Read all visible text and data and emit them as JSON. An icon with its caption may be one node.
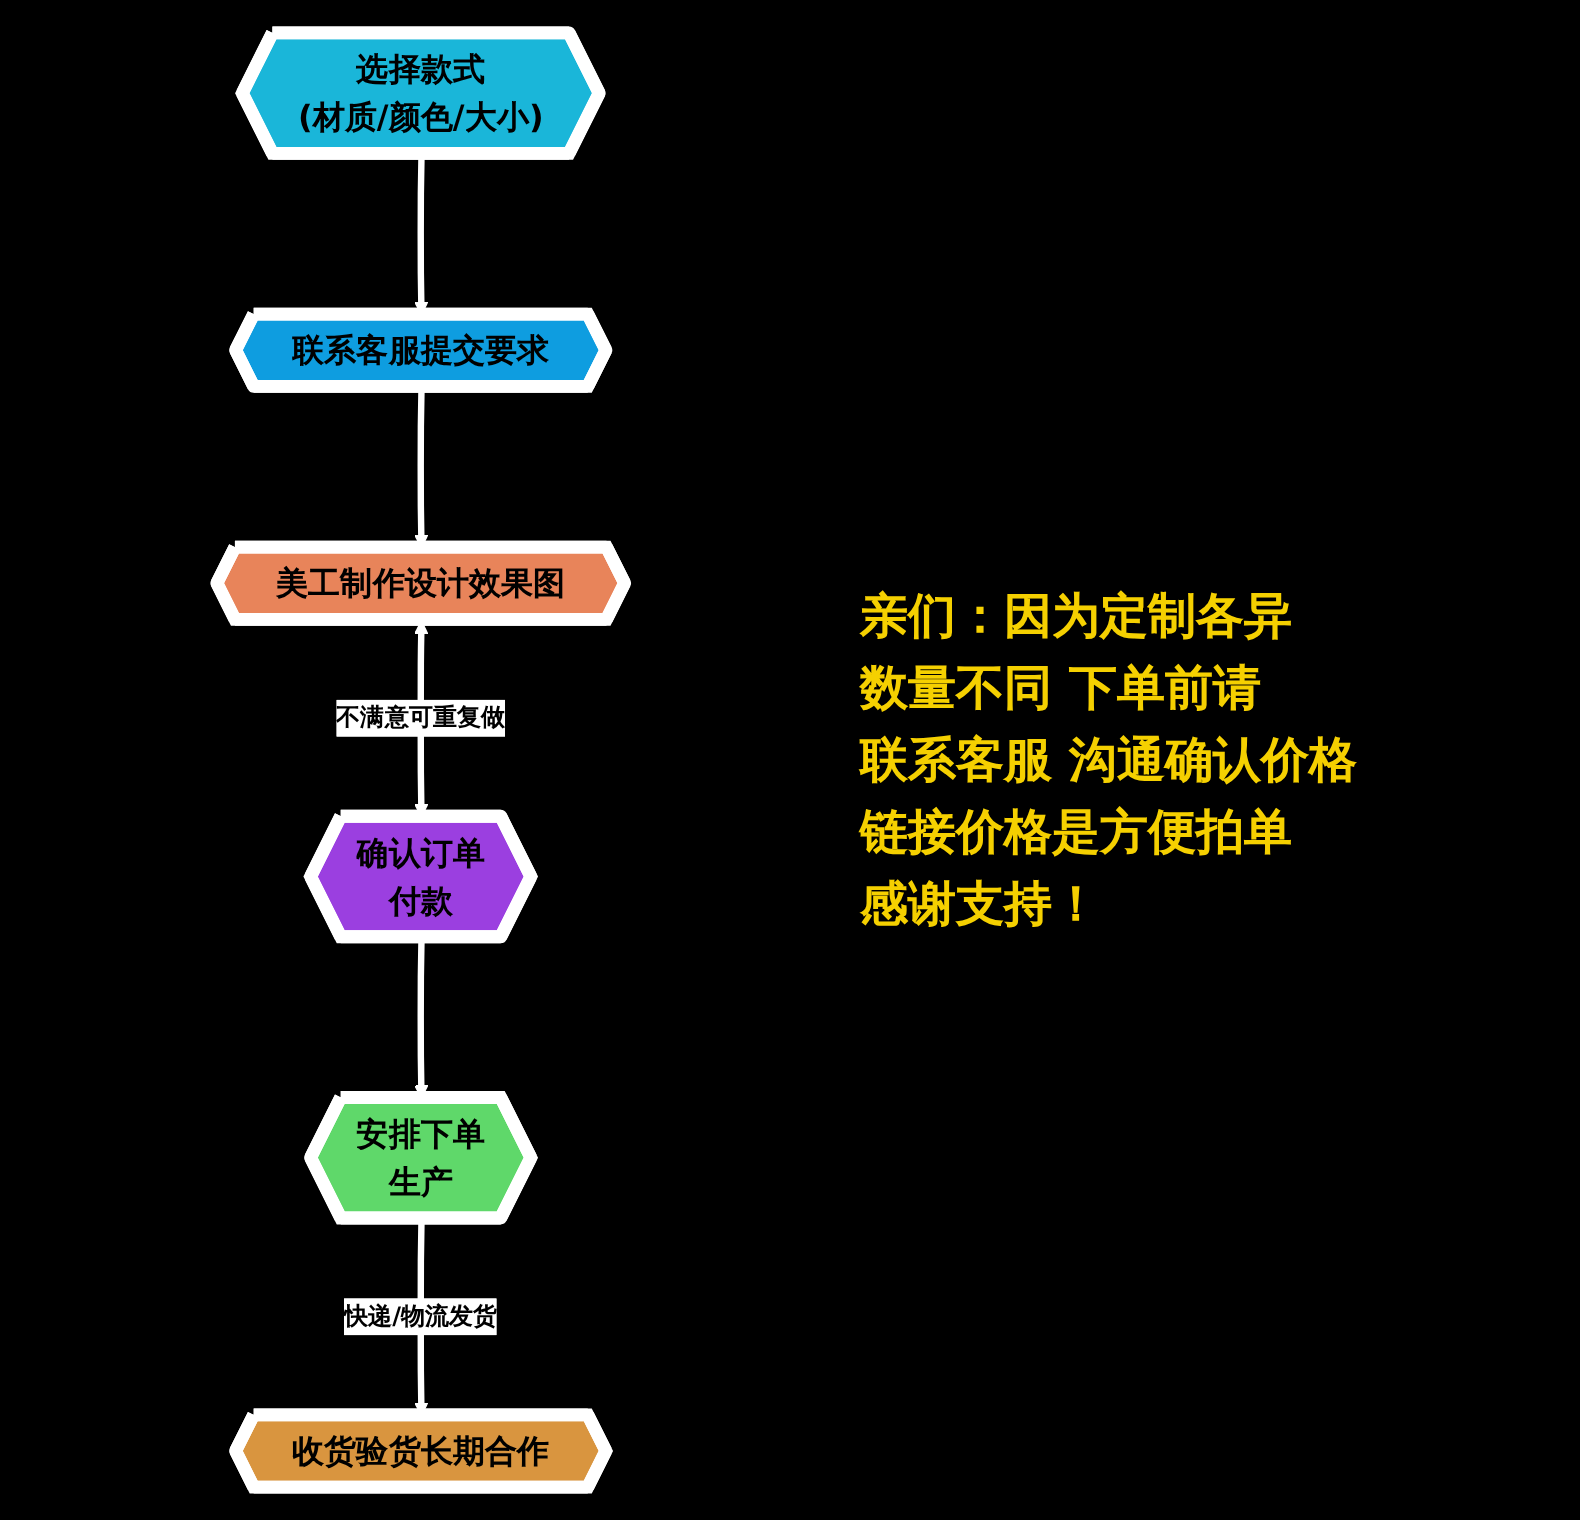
{
  "diagram": {
    "nodes": [
      {
        "text": [
          "选择款式",
          "(材质/颜色/大小)"
        ]
      },
      {
        "text": [
          "联系客服提交要求"
        ]
      },
      {
        "text": [
          "美工制作设计效果图"
        ]
      },
      {
        "text": [
          "确认订单",
          "付款"
        ]
      },
      {
        "text": [
          "安排下单",
          "生产"
        ]
      },
      {
        "text": [
          "收货验货长期合作"
        ]
      }
    ],
    "edges": [
      {
        "from": 0,
        "to": 1,
        "arrow": "to"
      },
      {
        "from": 1,
        "to": 2,
        "arrow": "to"
      },
      {
        "from": 2,
        "to": 3,
        "arrow": "both",
        "label": "不满意可重复做"
      },
      {
        "from": 3,
        "to": 4,
        "arrow": "to"
      },
      {
        "from": 4,
        "to": 5,
        "arrow": "to",
        "label": "快递/物流发货"
      }
    ],
    "labels": [
      "亲们：因为定制各异",
      "数量不同 下单前请",
      "联系客服 沟通确认价格",
      "链接价格是方便拍单",
      "感谢支持！"
    ]
  }
}
